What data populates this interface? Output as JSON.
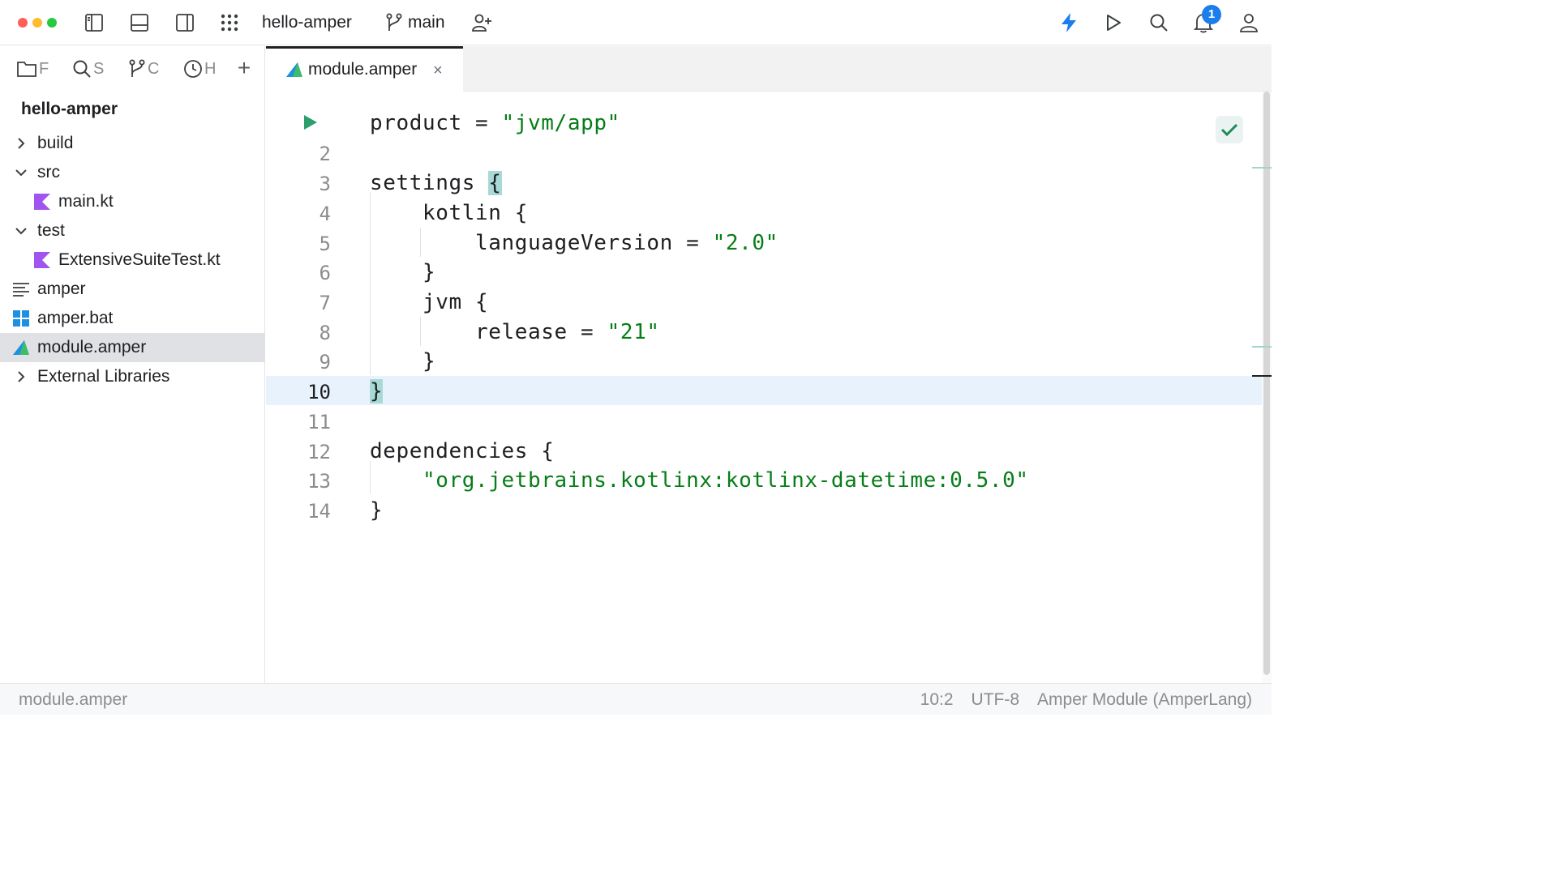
{
  "titlebar": {
    "project_name": "hello-amper",
    "branch": "main",
    "notification_count": "1"
  },
  "sidebar": {
    "tabs": [
      {
        "icon": "folder-icon",
        "label": "F"
      },
      {
        "icon": "search-icon",
        "label": "S"
      },
      {
        "icon": "git-branch-icon",
        "label": "C"
      },
      {
        "icon": "clock-icon",
        "label": "H"
      }
    ],
    "add_tab": "+",
    "root": "hello-amper",
    "items": [
      {
        "label": "build",
        "icon": "chevron-right-icon"
      },
      {
        "label": "src",
        "icon": "chevron-down-icon"
      },
      {
        "label": "main.kt",
        "icon": "kotlin-file-icon"
      },
      {
        "label": "test",
        "icon": "chevron-down-icon"
      },
      {
        "label": "ExtensiveSuiteTest.kt",
        "icon": "kotlin-file-icon"
      },
      {
        "label": "amper",
        "icon": "text-file-icon"
      },
      {
        "label": "amper.bat",
        "icon": "windows-batch-icon"
      },
      {
        "label": "module.amper",
        "icon": "amper-file-icon"
      },
      {
        "label": "External Libraries",
        "icon": "chevron-right-icon"
      }
    ]
  },
  "editor": {
    "tab_label": "module.amper",
    "tab_close": "×",
    "lines": [
      {
        "num": "",
        "code": "product = \"jvm/app\""
      },
      {
        "num": "2",
        "code": ""
      },
      {
        "num": "3",
        "code": "settings {"
      },
      {
        "num": "4",
        "code": "    kotlin {"
      },
      {
        "num": "5",
        "code": "        languageVersion = \"2.0\""
      },
      {
        "num": "6",
        "code": "    }"
      },
      {
        "num": "7",
        "code": "    jvm {"
      },
      {
        "num": "8",
        "code": "        release = \"21\""
      },
      {
        "num": "9",
        "code": "    }"
      },
      {
        "num": "10",
        "code": "}"
      },
      {
        "num": "11",
        "code": ""
      },
      {
        "num": "12",
        "code": "dependencies {"
      },
      {
        "num": "13",
        "code": "    \"org.jetbrains.kotlinx:kotlinx-datetime:0.5.0\""
      },
      {
        "num": "14",
        "code": "}"
      }
    ],
    "code_parts": {
      "l1_a": "product = ",
      "l1_s": "\"jvm/app\"",
      "l3_a": "settings ",
      "l3_b": "{",
      "l4": "    kotlin {",
      "l5_a": "        languageVersion = ",
      "l5_s": "\"2.0\"",
      "l6": "    }",
      "l7": "    jvm {",
      "l8_a": "        release = ",
      "l8_s": "\"21\"",
      "l9": "    }",
      "l10": "}",
      "l12": "dependencies {",
      "l13_a": "    ",
      "l13_s": "\"org.jetbrains.kotlinx:kotlinx-datetime:0.5.0\"",
      "l14": "}"
    }
  },
  "statusbar": {
    "file": "module.amper",
    "position": "10:2",
    "encoding": "UTF-8",
    "language": "Amper Module (AmperLang)"
  },
  "colors": {
    "accent": "#1c7ded",
    "string": "#067d17",
    "kotlin": "#a054f0",
    "amper_green": "#3dbd6b",
    "windows_blue": "#1f8fe0",
    "current_line": "#e8f2fd"
  }
}
